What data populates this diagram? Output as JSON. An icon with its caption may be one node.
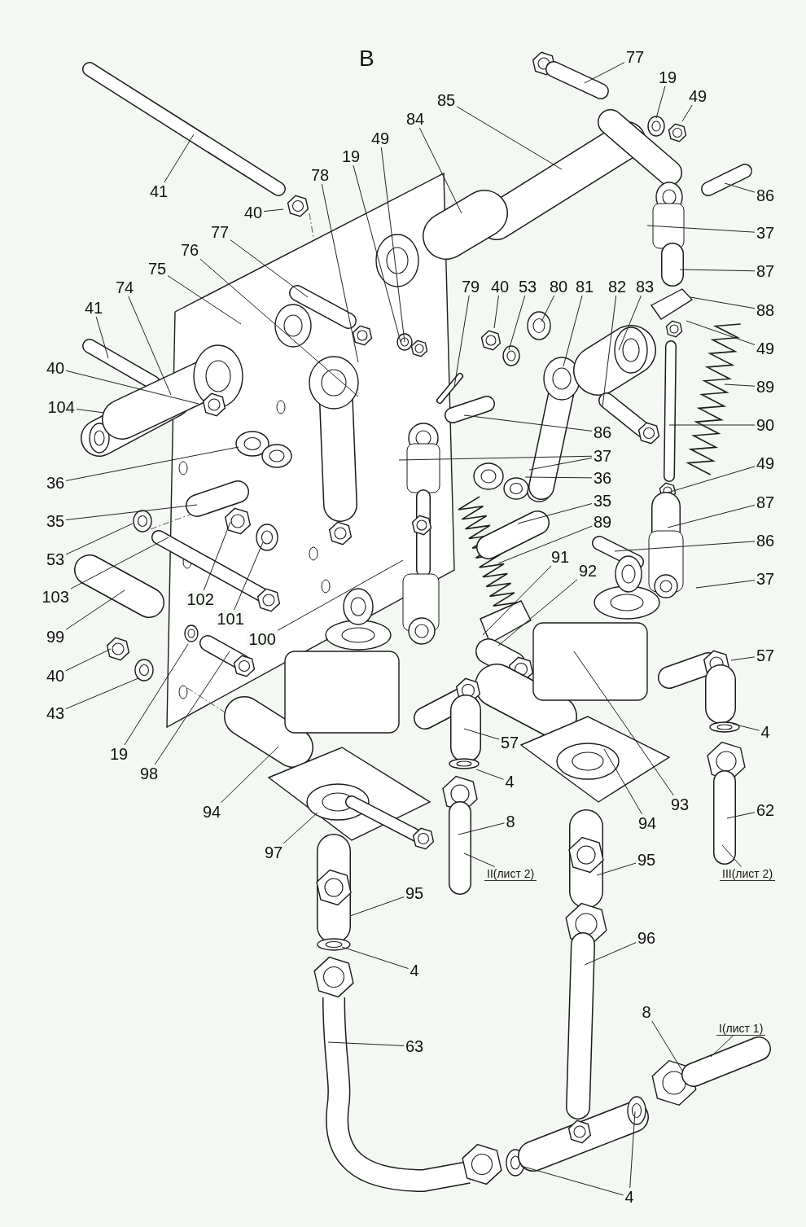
{
  "diagram": {
    "title": "В",
    "nodes": [
      {
        "text": [
          "41"
        ]
      },
      {
        "text": [
          "40"
        ]
      },
      {
        "text": [
          "77"
        ]
      },
      {
        "text": [
          "19"
        ]
      },
      {
        "text": [
          "49"
        ]
      },
      {
        "text": [
          "85"
        ]
      },
      {
        "text": [
          "84"
        ]
      },
      {
        "text": [
          "86"
        ]
      },
      {
        "text": [
          "37"
        ]
      },
      {
        "text": [
          "87"
        ]
      },
      {
        "text": [
          "88"
        ]
      },
      {
        "text": [
          "49"
        ]
      },
      {
        "text": [
          "89"
        ]
      },
      {
        "text": [
          "90"
        ]
      },
      {
        "text": [
          "49"
        ]
      },
      {
        "text": [
          "87"
        ]
      },
      {
        "text": [
          "86"
        ]
      },
      {
        "text": [
          "37"
        ]
      },
      {
        "text": [
          "57"
        ]
      },
      {
        "text": [
          "4"
        ]
      },
      {
        "text": [
          "62"
        ]
      },
      {
        "text": [
          "III(лист 2)"
        ]
      },
      {
        "text": [
          "II(лист 2)"
        ]
      },
      {
        "text": [
          "8"
        ]
      },
      {
        "text": [
          "57"
        ]
      },
      {
        "text": [
          "4"
        ]
      },
      {
        "text": [
          "94"
        ]
      },
      {
        "text": [
          "93"
        ]
      },
      {
        "text": [
          "92"
        ]
      },
      {
        "text": [
          "91"
        ]
      },
      {
        "text": [
          "89"
        ]
      },
      {
        "text": [
          "35"
        ]
      },
      {
        "text": [
          "36"
        ]
      },
      {
        "text": [
          "37"
        ]
      },
      {
        "text": [
          "86"
        ]
      },
      {
        "text": [
          "83"
        ]
      },
      {
        "text": [
          "82"
        ]
      },
      {
        "text": [
          "81"
        ]
      },
      {
        "text": [
          "80"
        ]
      },
      {
        "text": [
          "53"
        ]
      },
      {
        "text": [
          "40"
        ]
      },
      {
        "text": [
          "79"
        ]
      },
      {
        "text": [
          "49"
        ]
      },
      {
        "text": [
          "19"
        ]
      },
      {
        "text": [
          "78"
        ]
      },
      {
        "text": [
          "77"
        ]
      },
      {
        "text": [
          "76"
        ]
      },
      {
        "text": [
          "75"
        ]
      },
      {
        "text": [
          "74"
        ]
      },
      {
        "text": [
          "41"
        ]
      },
      {
        "text": [
          "40"
        ]
      },
      {
        "text": [
          "104"
        ]
      },
      {
        "text": [
          "36"
        ]
      },
      {
        "text": [
          "35"
        ]
      },
      {
        "text": [
          "53"
        ]
      },
      {
        "text": [
          "103"
        ]
      },
      {
        "text": [
          "99"
        ]
      },
      {
        "text": [
          "40"
        ]
      },
      {
        "text": [
          "43"
        ]
      },
      {
        "text": [
          "19"
        ]
      },
      {
        "text": [
          "98"
        ]
      },
      {
        "text": [
          "94"
        ]
      },
      {
        "text": [
          "97"
        ]
      },
      {
        "text": [
          "102"
        ]
      },
      {
        "text": [
          "101"
        ]
      },
      {
        "text": [
          "100"
        ]
      },
      {
        "text": [
          "95"
        ]
      },
      {
        "text": [
          "96"
        ]
      },
      {
        "text": [
          "95"
        ]
      },
      {
        "text": [
          "4"
        ]
      },
      {
        "text": [
          "63"
        ]
      },
      {
        "text": [
          "8"
        ]
      },
      {
        "text": [
          "4"
        ]
      },
      {
        "text": [
          "I(лист 1)"
        ]
      }
    ],
    "edges": [
      {
        "from": 0,
        "to": null,
        "arrow": "none"
      },
      {
        "from": 1,
        "to": null,
        "arrow": "none"
      },
      {
        "from": 2,
        "to": null,
        "arrow": "none"
      },
      {
        "from": 3,
        "to": null,
        "arrow": "none"
      },
      {
        "from": 4,
        "to": null,
        "arrow": "none"
      },
      {
        "from": 5,
        "to": null,
        "arrow": "none"
      },
      {
        "from": 6,
        "to": null,
        "arrow": "none"
      },
      {
        "from": 7,
        "to": null,
        "arrow": "none"
      },
      {
        "from": 8,
        "to": null,
        "arrow": "none"
      },
      {
        "from": 9,
        "to": null,
        "arrow": "none"
      },
      {
        "from": 10,
        "to": null,
        "arrow": "none"
      },
      {
        "from": 11,
        "to": null,
        "arrow": "none"
      },
      {
        "from": 12,
        "to": null,
        "arrow": "none"
      },
      {
        "from": 13,
        "to": null,
        "arrow": "none"
      },
      {
        "from": 14,
        "to": null,
        "arrow": "none"
      },
      {
        "from": 15,
        "to": null,
        "arrow": "none"
      },
      {
        "from": 16,
        "to": null,
        "arrow": "none"
      },
      {
        "from": 17,
        "to": null,
        "arrow": "none"
      },
      {
        "from": 18,
        "to": null,
        "arrow": "none"
      },
      {
        "from": 19,
        "to": null,
        "arrow": "none"
      },
      {
        "from": 20,
        "to": null,
        "arrow": "none"
      },
      {
        "from": 21,
        "to": null,
        "arrow": "none"
      },
      {
        "from": 22,
        "to": null,
        "arrow": "none"
      },
      {
        "from": 23,
        "to": null,
        "arrow": "none"
      },
      {
        "from": 24,
        "to": null,
        "arrow": "none"
      },
      {
        "from": 25,
        "to": null,
        "arrow": "none"
      },
      {
        "from": 26,
        "to": null,
        "arrow": "none"
      },
      {
        "from": 27,
        "to": null,
        "arrow": "none"
      },
      {
        "from": 28,
        "to": null,
        "arrow": "none"
      },
      {
        "from": 29,
        "to": null,
        "arrow": "none"
      },
      {
        "from": 30,
        "to": null,
        "arrow": "none"
      },
      {
        "from": 31,
        "to": null,
        "arrow": "none"
      },
      {
        "from": 32,
        "to": null,
        "arrow": "none"
      },
      {
        "from": 33,
        "to": null,
        "arrow": "none"
      },
      {
        "from": 33,
        "to": null,
        "arrow": "none"
      },
      {
        "from": 34,
        "to": null,
        "arrow": "none"
      },
      {
        "from": 35,
        "to": null,
        "arrow": "none"
      },
      {
        "from": 36,
        "to": null,
        "arrow": "none"
      },
      {
        "from": 37,
        "to": null,
        "arrow": "none"
      },
      {
        "from": 38,
        "to": null,
        "arrow": "none"
      },
      {
        "from": 39,
        "to": null,
        "arrow": "none"
      },
      {
        "from": 40,
        "to": null,
        "arrow": "none"
      },
      {
        "from": 41,
        "to": null,
        "arrow": "none"
      },
      {
        "from": 42,
        "to": null,
        "arrow": "none"
      },
      {
        "from": 43,
        "to": null,
        "arrow": "none"
      },
      {
        "from": 44,
        "to": null,
        "arrow": "none"
      },
      {
        "from": 45,
        "to": null,
        "arrow": "none"
      },
      {
        "from": 46,
        "to": null,
        "arrow": "none"
      },
      {
        "from": 47,
        "to": null,
        "arrow": "none"
      },
      {
        "from": 48,
        "to": null,
        "arrow": "none"
      },
      {
        "from": 49,
        "to": null,
        "arrow": "none"
      },
      {
        "from": 50,
        "to": null,
        "arrow": "none"
      },
      {
        "from": 51,
        "to": null,
        "arrow": "none"
      },
      {
        "from": 52,
        "to": null,
        "arrow": "none"
      },
      {
        "from": 53,
        "to": null,
        "arrow": "none"
      },
      {
        "from": 54,
        "to": null,
        "arrow": "none"
      },
      {
        "from": 55,
        "to": null,
        "arrow": "none"
      },
      {
        "from": 56,
        "to": null,
        "arrow": "none"
      },
      {
        "from": 57,
        "to": null,
        "arrow": "none"
      },
      {
        "from": 58,
        "to": null,
        "arrow": "none"
      },
      {
        "from": 59,
        "to": null,
        "arrow": "none"
      },
      {
        "from": 60,
        "to": null,
        "arrow": "none"
      },
      {
        "from": 61,
        "to": null,
        "arrow": "none"
      },
      {
        "from": 62,
        "to": null,
        "arrow": "none"
      },
      {
        "from": 63,
        "to": null,
        "arrow": "none"
      },
      {
        "from": 64,
        "to": null,
        "arrow": "none"
      },
      {
        "from": 65,
        "to": null,
        "arrow": "none"
      },
      {
        "from": 66,
        "to": null,
        "arrow": "none"
      },
      {
        "from": 67,
        "to": null,
        "arrow": "none"
      },
      {
        "from": 68,
        "to": null,
        "arrow": "none"
      },
      {
        "from": 69,
        "to": null,
        "arrow": "none"
      },
      {
        "from": 70,
        "to": null,
        "arrow": "none"
      },
      {
        "from": 71,
        "to": null,
        "arrow": "none"
      },
      {
        "from": 72,
        "to": null,
        "arrow": "none"
      },
      {
        "from": 72,
        "to": null,
        "arrow": "none"
      },
      {
        "from": 73,
        "to": null,
        "arrow": "none"
      }
    ]
  }
}
